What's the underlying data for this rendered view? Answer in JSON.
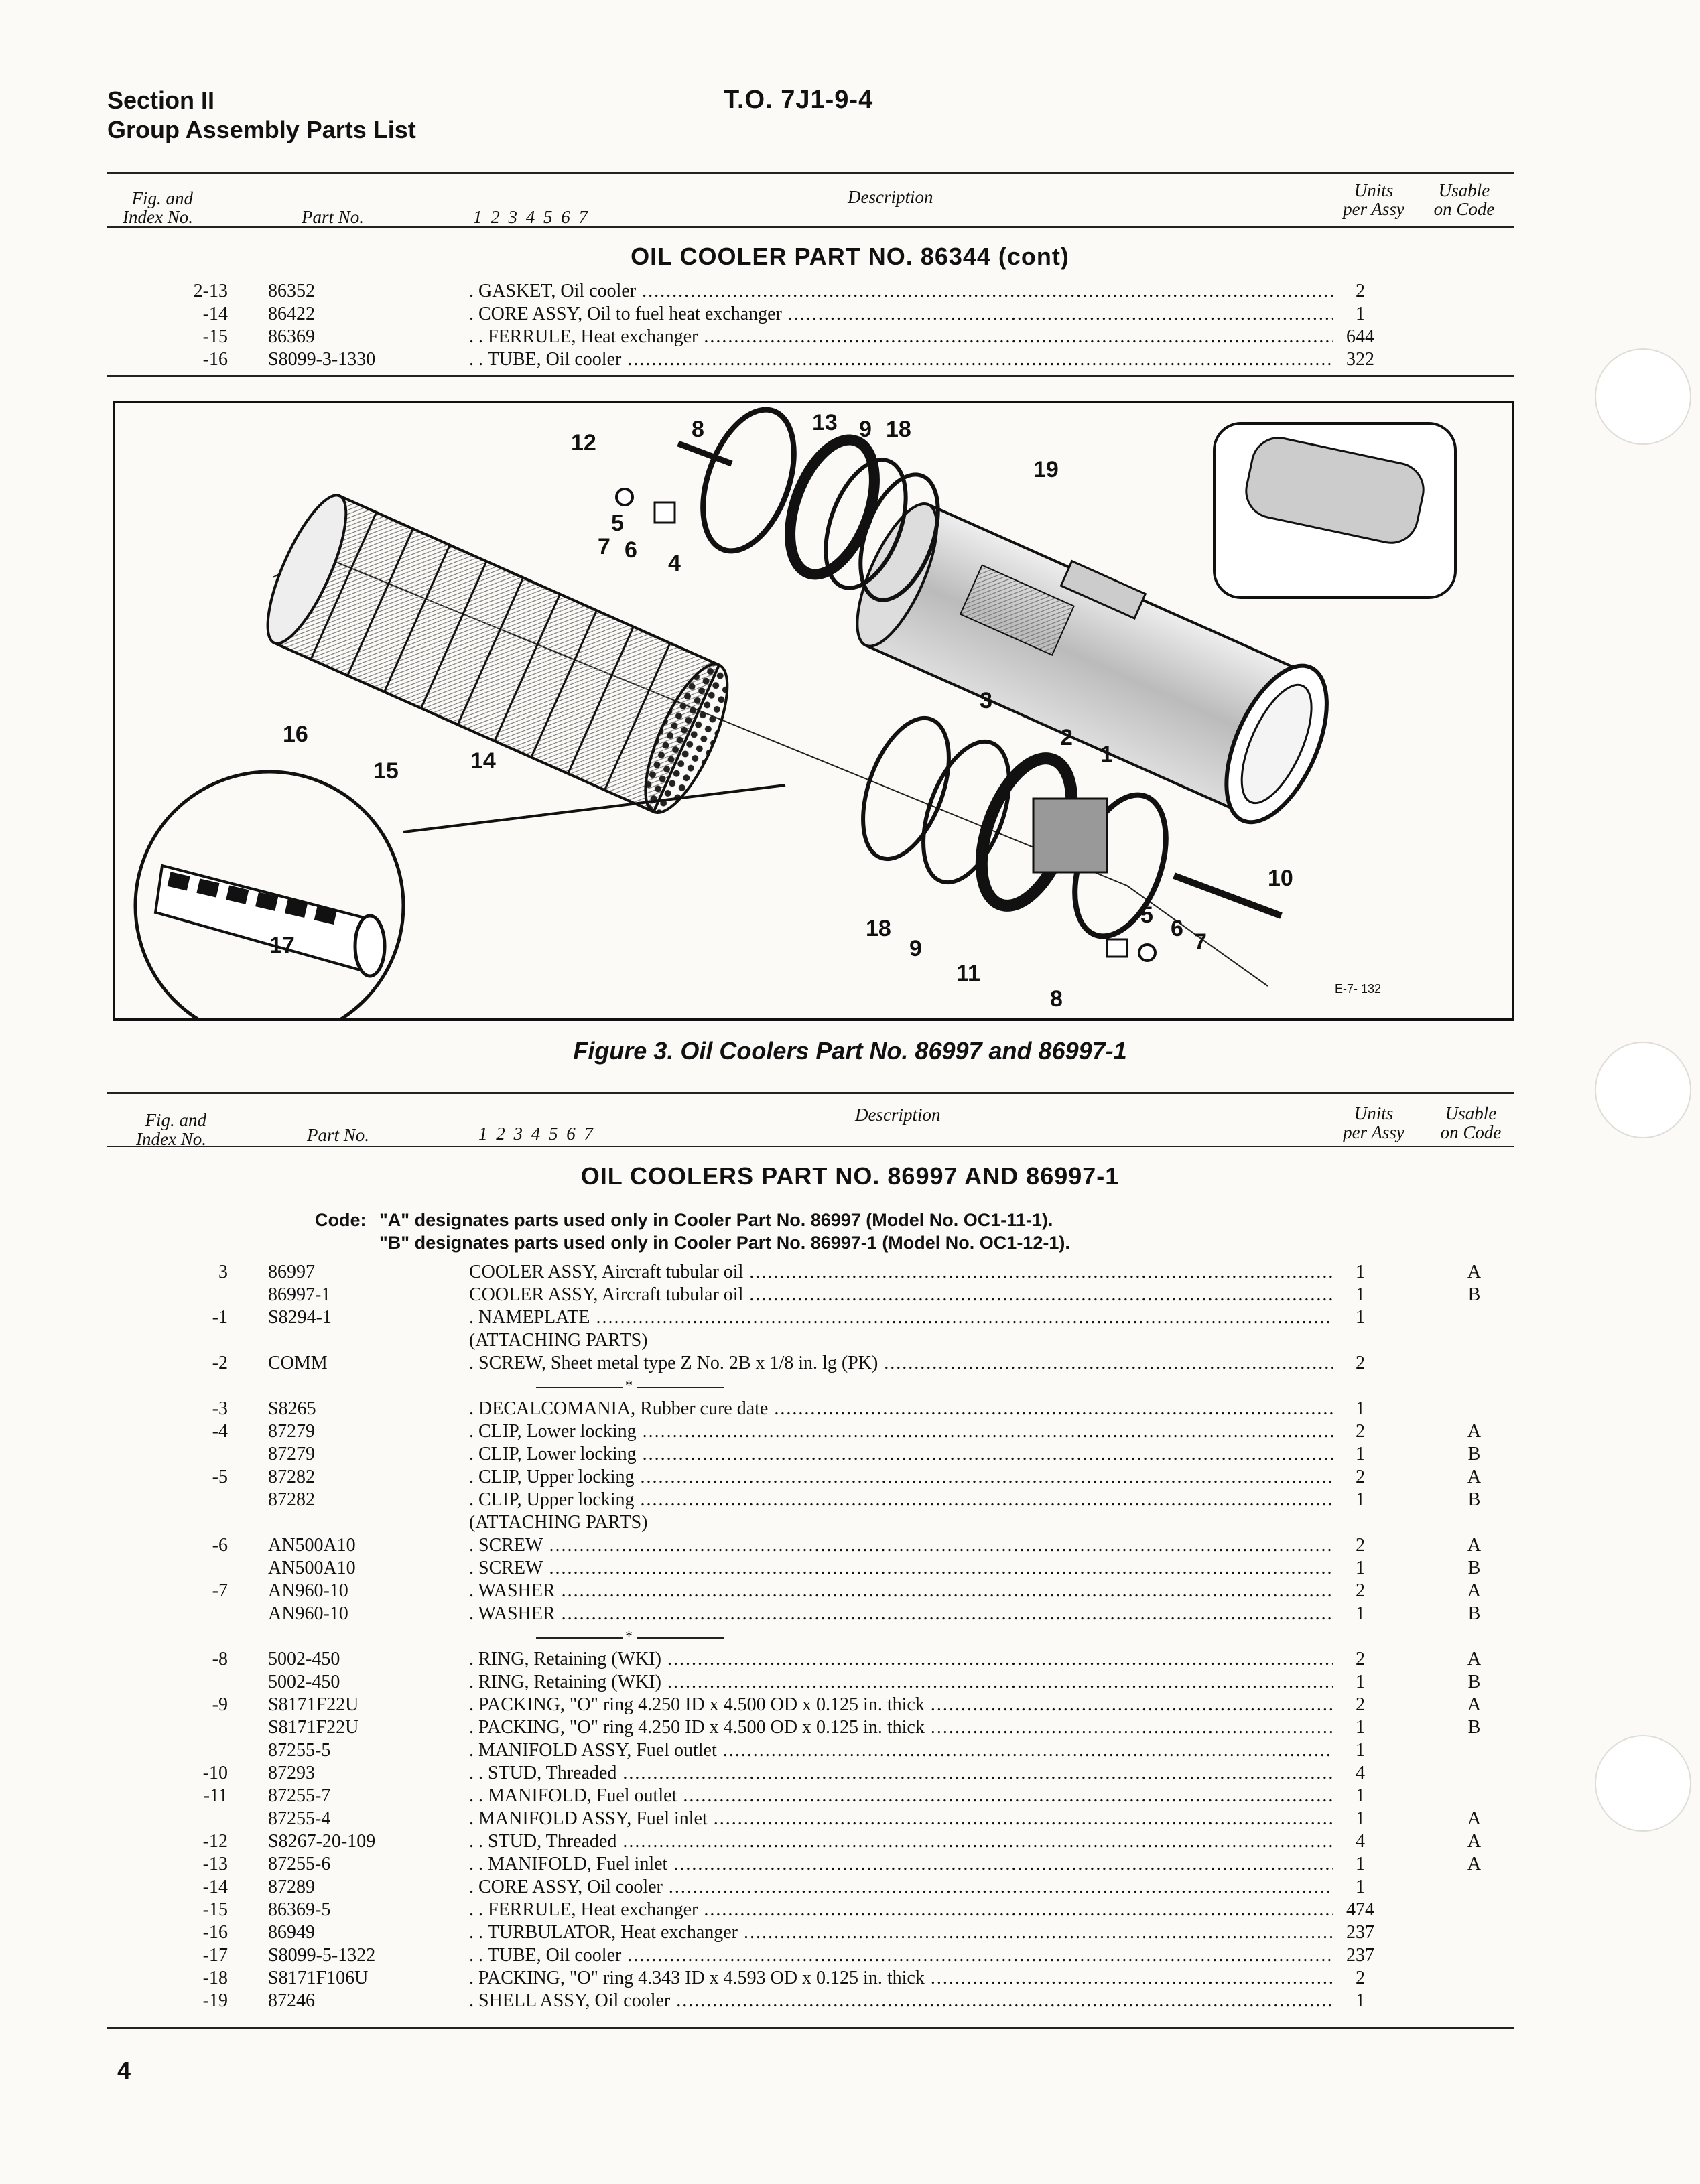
{
  "header": {
    "section": "Section II",
    "section_sub": "Group Assembly Parts List",
    "to_number": "T.O. 7J1-9-4"
  },
  "columns": {
    "fig_index_1": "Fig. and",
    "fig_index_2": "Index No.",
    "part_no": "Part No.",
    "indent": "1 2 3 4 5 6 7",
    "description": "Description",
    "units_1": "Units",
    "units_2": "per Assy",
    "usable_1": "Usable",
    "usable_2": "on Code"
  },
  "table1": {
    "title": "OIL COOLER PART NO. 86344 (cont)",
    "rows": [
      {
        "idx": "2-13",
        "pn": "86352",
        "desc": ". GASKET, Oil cooler",
        "units": "2",
        "code": ""
      },
      {
        "idx": "-14",
        "pn": "86422",
        "desc": ". CORE ASSY, Oil to fuel heat exchanger",
        "units": "1",
        "code": ""
      },
      {
        "idx": "-15",
        "pn": "86369",
        "desc": ". . FERRULE, Heat exchanger",
        "units": "644",
        "code": ""
      },
      {
        "idx": "-16",
        "pn": "S8099-3-1330",
        "desc": ". . TUBE, Oil cooler",
        "units": "322",
        "code": ""
      }
    ]
  },
  "figure": {
    "caption": "Figure 3. Oil Coolers Part No. 86997 and 86997-1",
    "ref": "E-7- 132",
    "callouts": [
      "12",
      "8",
      "13",
      "9",
      "18",
      "19",
      "5",
      "6",
      "7",
      "4",
      "3",
      "2",
      "1",
      "16",
      "15",
      "14",
      "17",
      "10",
      "5",
      "6",
      "7",
      "18",
      "9",
      "11",
      "8"
    ]
  },
  "table2": {
    "title": "OIL COOLERS PART NO. 86997 AND 86997-1",
    "code_label": "Code:",
    "code_a": "\"A\" designates parts used only in Cooler Part No. 86997 (Model No. OC1-11-1).",
    "code_b": "\"B\" designates parts used only in Cooler Part No. 86997-1 (Model No. OC1-12-1).",
    "rows": [
      {
        "idx": "3",
        "pn": "86997",
        "desc": "COOLER ASSY, Aircraft tubular oil",
        "units": "1",
        "code": "A"
      },
      {
        "idx": "",
        "pn": "86997-1",
        "desc": "COOLER ASSY, Aircraft tubular oil",
        "units": "1",
        "code": "B"
      },
      {
        "idx": "-1",
        "pn": "S8294-1",
        "desc": ". NAMEPLATE",
        "units": "1",
        "code": ""
      },
      {
        "idx": "",
        "pn": "",
        "desc": "(ATTACHING PARTS)",
        "units": "",
        "code": "",
        "nodots": true
      },
      {
        "idx": "-2",
        "pn": "COMM",
        "desc": ". SCREW, Sheet metal type Z No. 2B x 1/8 in. lg (PK)",
        "units": "2",
        "code": ""
      },
      {
        "idx": "-3",
        "pn": "S8265",
        "desc": ". DECALCOMANIA, Rubber cure date",
        "units": "1",
        "code": ""
      },
      {
        "idx": "-4",
        "pn": "87279",
        "desc": ". CLIP, Lower locking",
        "units": "2",
        "code": "A"
      },
      {
        "idx": "",
        "pn": "87279",
        "desc": ". CLIP, Lower locking",
        "units": "1",
        "code": "B"
      },
      {
        "idx": "-5",
        "pn": "87282",
        "desc": ". CLIP, Upper locking",
        "units": "2",
        "code": "A"
      },
      {
        "idx": "",
        "pn": "87282",
        "desc": ". CLIP, Upper locking",
        "units": "1",
        "code": "B"
      },
      {
        "idx": "",
        "pn": "",
        "desc": "(ATTACHING PARTS)",
        "units": "",
        "code": "",
        "nodots": true
      },
      {
        "idx": "-6",
        "pn": "AN500A10",
        "desc": ". SCREW",
        "units": "2",
        "code": "A"
      },
      {
        "idx": "",
        "pn": "AN500A10",
        "desc": ". SCREW",
        "units": "1",
        "code": "B"
      },
      {
        "idx": "-7",
        "pn": "AN960-10",
        "desc": ". WASHER",
        "units": "2",
        "code": "A"
      },
      {
        "idx": "",
        "pn": "AN960-10",
        "desc": ". WASHER",
        "units": "1",
        "code": "B"
      },
      {
        "idx": "-8",
        "pn": "5002-450",
        "desc": ". RING, Retaining (WKI)",
        "units": "2",
        "code": "A"
      },
      {
        "idx": "",
        "pn": "5002-450",
        "desc": ". RING, Retaining (WKI)",
        "units": "1",
        "code": "B"
      },
      {
        "idx": "-9",
        "pn": "S8171F22U",
        "desc": ". PACKING, \"O\" ring 4.250 ID x 4.500 OD x 0.125 in. thick",
        "units": "2",
        "code": "A"
      },
      {
        "idx": "",
        "pn": "S8171F22U",
        "desc": ". PACKING, \"O\" ring 4.250 ID x 4.500 OD x 0.125 in. thick",
        "units": "1",
        "code": "B"
      },
      {
        "idx": "",
        "pn": "87255-5",
        "desc": ". MANIFOLD ASSY, Fuel outlet",
        "units": "1",
        "code": ""
      },
      {
        "idx": "-10",
        "pn": "87293",
        "desc": ". . STUD, Threaded",
        "units": "4",
        "code": ""
      },
      {
        "idx": "-11",
        "pn": "87255-7",
        "desc": ". . MANIFOLD, Fuel outlet",
        "units": "1",
        "code": ""
      },
      {
        "idx": "",
        "pn": "87255-4",
        "desc": ". MANIFOLD ASSY, Fuel inlet",
        "units": "1",
        "code": "A"
      },
      {
        "idx": "-12",
        "pn": "S8267-20-109",
        "desc": ". . STUD, Threaded",
        "units": "4",
        "code": "A"
      },
      {
        "idx": "-13",
        "pn": "87255-6",
        "desc": ". . MANIFOLD, Fuel inlet",
        "units": "1",
        "code": "A"
      },
      {
        "idx": "-14",
        "pn": "87289",
        "desc": ". CORE ASSY, Oil cooler",
        "units": "1",
        "code": ""
      },
      {
        "idx": "-15",
        "pn": "86369-5",
        "desc": ". . FERRULE, Heat exchanger",
        "units": "474",
        "code": ""
      },
      {
        "idx": "-16",
        "pn": "86949",
        "desc": ". . TURBULATOR, Heat exchanger",
        "units": "237",
        "code": ""
      },
      {
        "idx": "-17",
        "pn": "S8099-5-1322",
        "desc": ". . TUBE, Oil cooler",
        "units": "237",
        "code": ""
      },
      {
        "idx": "-18",
        "pn": "S8171F106U",
        "desc": ". PACKING, \"O\" ring 4.343 ID x 4.593 OD x 0.125 in. thick",
        "units": "2",
        "code": ""
      },
      {
        "idx": "-19",
        "pn": "87246",
        "desc": ". SHELL ASSY, Oil cooler",
        "units": "1",
        "code": ""
      }
    ]
  },
  "page_number": "4"
}
